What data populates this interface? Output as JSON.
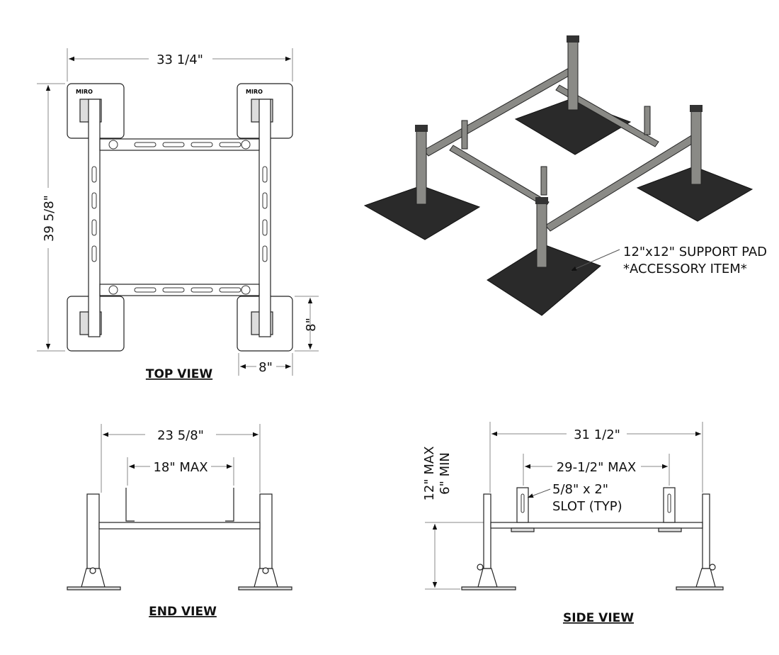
{
  "top_view": {
    "title": "TOP VIEW",
    "width_dim": "33 1/4\"",
    "length_dim": "39 5/8\"",
    "pad_height_dim": "8\"",
    "pad_width_dim": "8\"",
    "pad_logo": "MIRO"
  },
  "iso_view": {
    "callout_line1": "12\"x12\" SUPPORT PAD",
    "callout_line2": "*ACCESSORY ITEM*"
  },
  "end_view": {
    "title": "END VIEW",
    "overall_dim": "23 5/8\"",
    "max_dim": "18\" MAX"
  },
  "side_view": {
    "title": "SIDE VIEW",
    "overall_dim": "31 1/2\"",
    "max_dim": "29-1/2\" MAX",
    "height_max": "12\" MAX",
    "height_min": "6\" MIN",
    "slot_line1": "5/8\" x 2\"",
    "slot_line2": "SLOT (TYP)"
  }
}
